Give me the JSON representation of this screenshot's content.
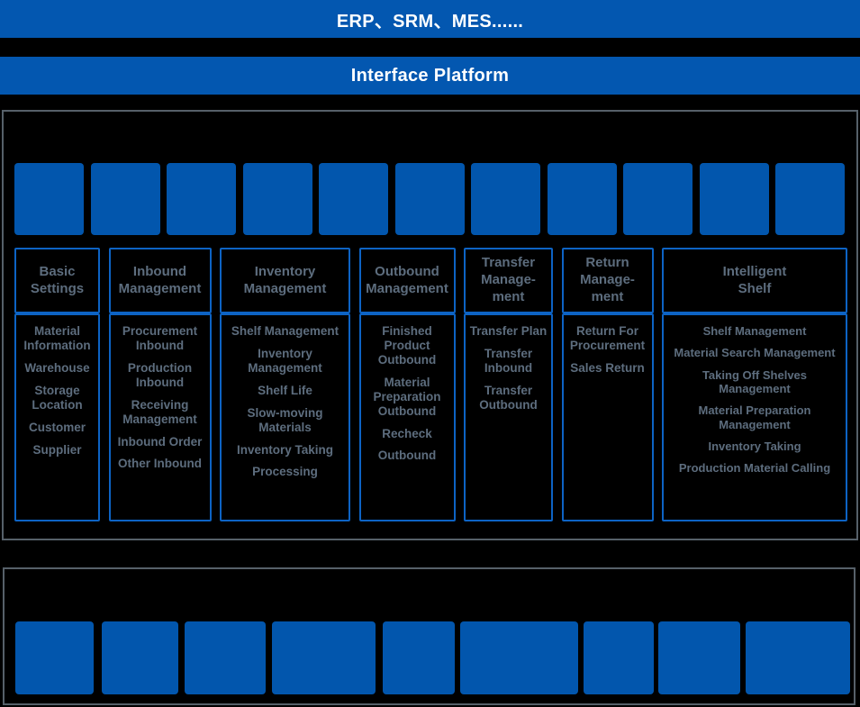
{
  "banners": {
    "top": "ERP、SRM、MES......",
    "interface": "Interface Platform"
  },
  "colors": {
    "banner_blue": "#0357b0",
    "box_blue": "#0256ad",
    "column_border_blue": "#0d63c4",
    "label_gray": "#5d6d7e",
    "panel_border_gray": "#566069",
    "background": "#000000",
    "banner_text": "#ffffff"
  },
  "main": {
    "module_count": 11,
    "columns": [
      {
        "header": "Basic\nSettings",
        "items": [
          "Material\nInformation",
          "Warehouse",
          "Storage\nLocation",
          "Customer",
          "Supplier"
        ]
      },
      {
        "header": "Inbound\nManagement",
        "items": [
          "Procurement\nInbound",
          "Production\nInbound",
          "Receiving\nManagement",
          "Inbound Order",
          "Other Inbound"
        ]
      },
      {
        "header": "Inventory\nManagement",
        "items": [
          "Shelf Management",
          "Inventory\nManagement",
          "Shelf Life",
          "Slow-moving\nMaterials",
          "Inventory Taking",
          "Processing"
        ]
      },
      {
        "header": "Outbound\nManagement",
        "items": [
          "Finished\nProduct\nOutbound",
          "Material\nPreparation\nOutbound",
          "Recheck",
          "Outbound"
        ]
      },
      {
        "header": "Transfer\nManage-\nment",
        "items": [
          "Transfer Plan",
          "Transfer\nInbound",
          "Transfer\nOutbound"
        ]
      },
      {
        "header": "Return\nManage-\nment",
        "items": [
          "Return For\nProcurement",
          "Sales Return"
        ]
      },
      {
        "header": "Intelligent\nShelf",
        "items": [
          "Shelf Management",
          "Material Search Management",
          "Taking Off Shelves\nManagement",
          "Material Preparation\nManagement",
          "Inventory Taking",
          "Production Material Calling"
        ]
      }
    ]
  },
  "bottom": {
    "device_count": 9
  }
}
